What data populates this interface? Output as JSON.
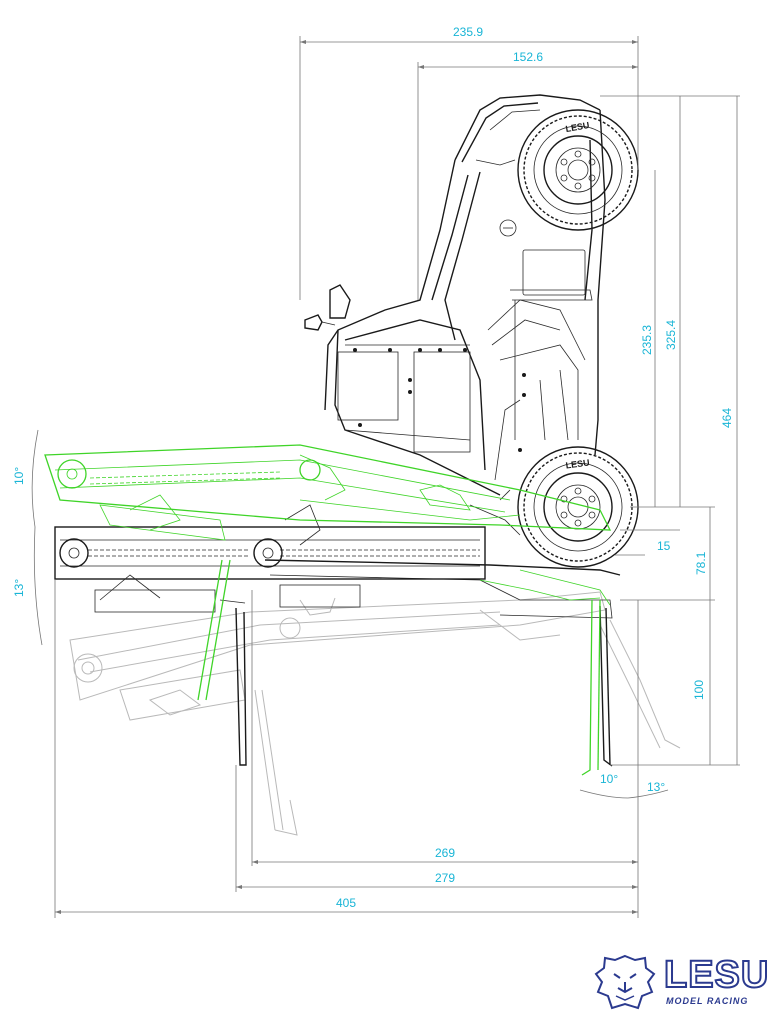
{
  "dimensions": {
    "top_overall": "235.9",
    "top_partial": "152.6",
    "height_mid": "235.3",
    "height_upper": "325.4",
    "height_total": "464",
    "offset_small": "15",
    "height_lower": "78.1",
    "fork_height": "100",
    "bottom_inner": "269",
    "bottom_mid": "279",
    "bottom_overall": "405"
  },
  "angles": {
    "left_up": "10°",
    "left_down": "13°",
    "bottom_left": "10°",
    "bottom_right": "13°"
  },
  "wheel_marks": {
    "upper": "LESU",
    "lower": "LESU"
  },
  "logo": {
    "wordmark": "LESU",
    "tagline": "MODEL RACING",
    "brand_color": "#2b3a8f"
  },
  "colors": {
    "dimension_text": "#19b5d6",
    "tilted_overlay": "#3fd428",
    "outline": "#1a1a1a",
    "ghost": "#b9b9b9"
  }
}
